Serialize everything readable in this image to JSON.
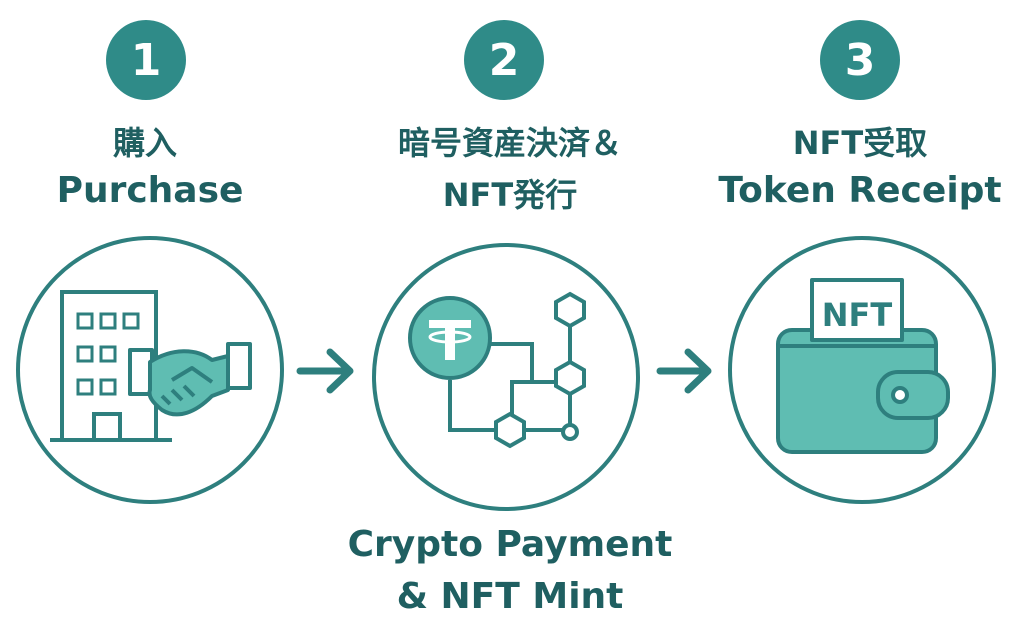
{
  "steps": [
    {
      "number": "1",
      "title_jp": "購入",
      "title_en": "Purchase"
    },
    {
      "number": "2",
      "title_jp": "暗号資産決済＆",
      "title_jp_line2": "NFT発行",
      "caption_line1": "Crypto Payment",
      "caption_line2": "& NFT Mint"
    },
    {
      "number": "3",
      "title_jp": "NFT受取",
      "title_en": "Token Receipt",
      "card_text": "NFT"
    }
  ],
  "colors": {
    "teal_dark": "#2f8b88",
    "teal_fill": "#5fbdb2",
    "text": "#1f5f61",
    "line": "#2e7f7e"
  },
  "icons": [
    "building-icon",
    "handshake-icon",
    "tether-coin-icon",
    "hexagon-network-icon",
    "wallet-icon",
    "arrow-right-icon"
  ]
}
